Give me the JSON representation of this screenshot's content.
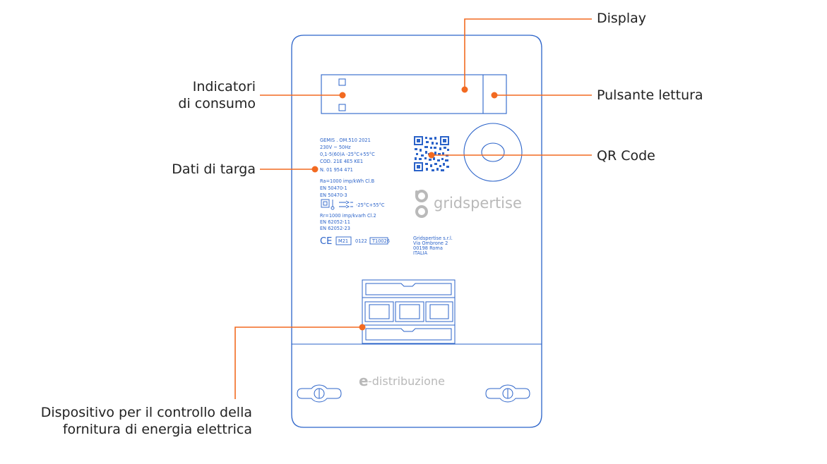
{
  "callouts": {
    "display": "Display",
    "indicators_line1": "Indicatori",
    "indicators_line2": "di consumo",
    "read_button": "Pulsante lettura",
    "qr_code": "QR Code",
    "plate_data": "Dati di targa",
    "device_line1": "Dispositivo per il controllo della",
    "device_line2": "fornitura di energia elettrica"
  },
  "plate": {
    "line1": "GEMIS .  OM.510   2021",
    "line2": "230V ~ 50Hz",
    "line3": "0,1-5(60)A -25°C+55°C",
    "line4": "COD. 21E 4E5 KE1",
    "line5": "N. 01 954 471",
    "line6": "Ra=1000 imp/kWh Cl.B",
    "line7": "EN 50470-1",
    "line8": "EN 50470-3",
    "temp": "-25°C+55°C",
    "line9": "Rr=1000 imp/kvarh Cl.2",
    "line10": "EN 62052-11",
    "line11": "EN 62052-23",
    "ce": "CE",
    "m_mark": "M21",
    "notified_body": "0122",
    "cert": "T10026"
  },
  "manufacturer": {
    "brand": "gridspertise",
    "name": "Gridspertise s.r.l.",
    "street": "Via Ombrone 2",
    "city": "00198 Roma",
    "country": "ITALIA"
  },
  "distributor": {
    "brand": "-distribuzione",
    "brand_prefix": "e"
  },
  "colors": {
    "outline": "#2b63c9",
    "accent": "#f26a21",
    "text": "#222222",
    "brand_gray": "#b9b9b9"
  }
}
